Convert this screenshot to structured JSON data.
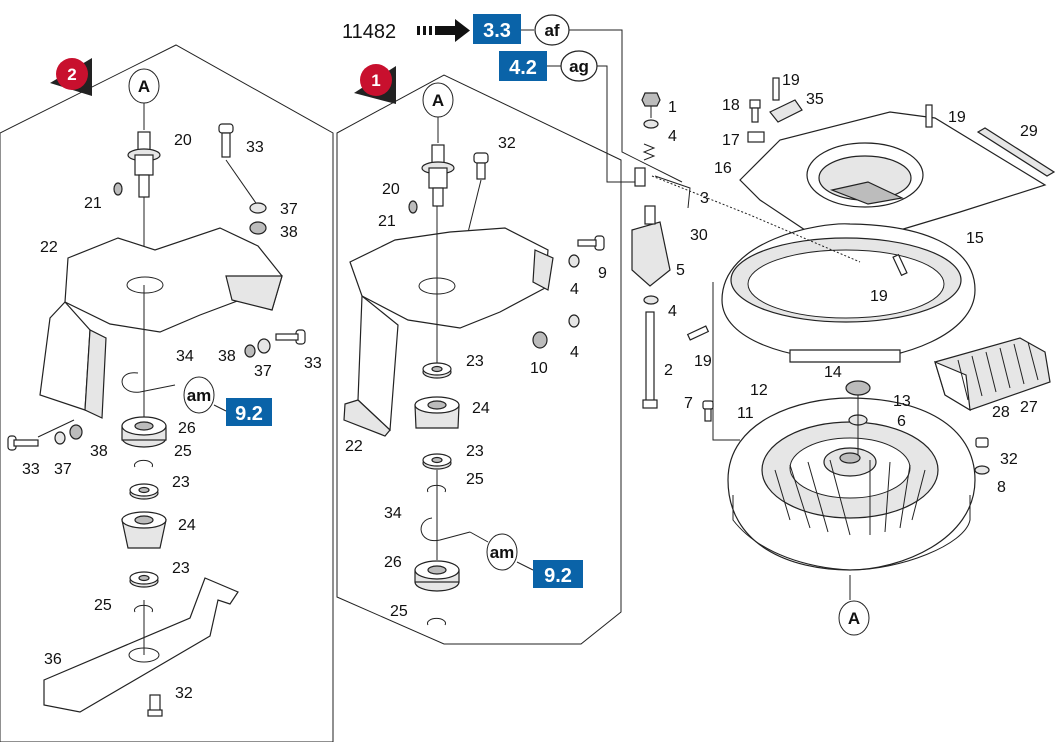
{
  "header": {
    "doc_number": "11482",
    "ref_primary": "3.3",
    "ref_primary_tag": "af",
    "ref_secondary": "4.2",
    "ref_secondary_tag": "ag"
  },
  "views": [
    {
      "badge": "2",
      "view_label": "A"
    },
    {
      "badge": "1",
      "view_label": "A"
    }
  ],
  "fan_view_label": "A",
  "refs": {
    "left": {
      "tag": "am",
      "ref": "9.2"
    },
    "middle": {
      "tag": "am",
      "ref": "9.2"
    }
  },
  "callouts": {
    "left": [
      "20",
      "33",
      "21",
      "37",
      "38",
      "22",
      "38",
      "37",
      "33",
      "34",
      "26",
      "25",
      "23",
      "24",
      "23",
      "25",
      "36",
      "32",
      "33",
      "37",
      "38"
    ],
    "middle": [
      "32",
      "20",
      "21",
      "4",
      "9",
      "4",
      "10",
      "23",
      "24",
      "23",
      "25",
      "34",
      "26",
      "25",
      "22"
    ],
    "right": [
      "19",
      "35",
      "18",
      "19",
      "17",
      "16",
      "29",
      "1",
      "4",
      "3",
      "30",
      "5",
      "4",
      "15",
      "19",
      "19",
      "2",
      "14",
      "13",
      "12",
      "11",
      "6",
      "7",
      "32",
      "8",
      "28",
      "27"
    ]
  },
  "colors": {
    "ref_box": "#0a63a8",
    "badge": "#c8102e",
    "line": "#222222"
  }
}
